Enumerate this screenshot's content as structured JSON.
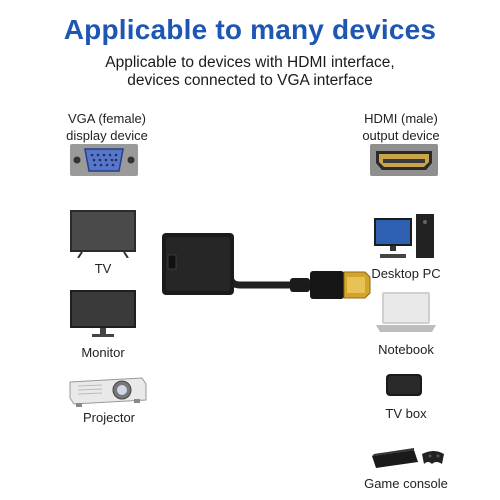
{
  "heading": "Applicable to many devices",
  "subheading": {
    "line1": "Applicable to devices with HDMI interface,",
    "line2": "devices connected to VGA interface"
  },
  "vga": {
    "line1": "VGA (female)",
    "line2": "display device",
    "icon": "vga-port-icon"
  },
  "hdmi": {
    "line1": "HDMI (male)",
    "line2": "output device",
    "icon": "hdmi-port-icon"
  },
  "left_devices": [
    {
      "label": "TV",
      "icon": "tv-icon"
    },
    {
      "label": "Monitor",
      "icon": "monitor-icon"
    },
    {
      "label": "Projector",
      "icon": "projector-icon"
    }
  ],
  "right_devices": [
    {
      "label": "Desktop PC",
      "icon": "desktop-pc-icon"
    },
    {
      "label": "Notebook",
      "icon": "notebook-icon"
    },
    {
      "label": "TV box",
      "icon": "tv-box-icon"
    },
    {
      "label": "Game console",
      "icon": "game-console-icon"
    }
  ],
  "colors": {
    "heading": "#1e56b4",
    "adapter": "#1b1b1b",
    "connector_gold": "#d4a42a"
  }
}
